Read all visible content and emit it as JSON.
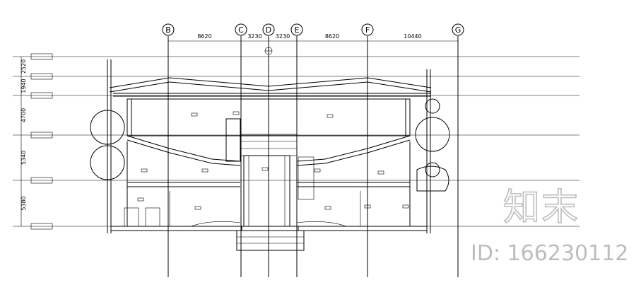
{
  "grid_axes": [
    {
      "label": "B",
      "dim_after": "8620"
    },
    {
      "label": "C",
      "dim_after": "3230"
    },
    {
      "label": "D",
      "dim_after": "3230"
    },
    {
      "label": "E",
      "dim_after": "8620"
    },
    {
      "label": "F",
      "dim_after": "10440"
    },
    {
      "label": "G",
      "dim_after": ""
    }
  ],
  "level_dims": [
    "2520",
    "1940",
    "4700",
    "5340",
    "5380"
  ],
  "watermark": {
    "logo": "知末",
    "id": "ID: 166230112"
  }
}
